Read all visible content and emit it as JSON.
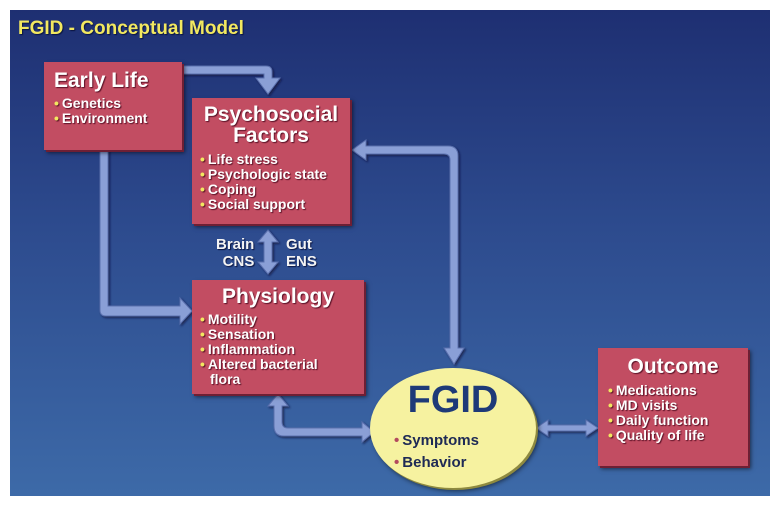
{
  "title": "FGID - Conceptual Model",
  "colors": {
    "background_top": "#1e2f72",
    "background_bottom": "#3d6aa8",
    "box_fill": "#c24d62",
    "title_yellow": "#f2e860",
    "ellipse_fill": "#f6f2a0",
    "arrow_fill": "#8a9fd6"
  },
  "nodes": {
    "early_life": {
      "heading": "Early Life",
      "items": [
        "Genetics",
        "Environment"
      ]
    },
    "psychosocial": {
      "heading_line1": "Psychosocial",
      "heading_line2": "Factors",
      "items": [
        "Life stress",
        "Psychologic state",
        "Coping",
        "Social support"
      ]
    },
    "physiology": {
      "heading": "Physiology",
      "items": [
        "Motility",
        "Sensation",
        "Inflammation",
        "Altered bacterial"
      ],
      "items_continuation": "flora"
    },
    "fgid": {
      "heading": "FGID",
      "items": [
        "Symptoms",
        "Behavior"
      ]
    },
    "outcome": {
      "heading": "Outcome",
      "items": [
        "Medications",
        "MD visits",
        "Daily function",
        "Quality of life"
      ]
    }
  },
  "axis_labels": {
    "left_top": "Brain",
    "left_bottom": "CNS",
    "right_top": "Gut",
    "right_bottom": "ENS"
  },
  "edges": [
    {
      "from": "early_life",
      "to": "psychosocial",
      "direction": "one-way"
    },
    {
      "from": "early_life",
      "to": "physiology",
      "direction": "one-way"
    },
    {
      "from": "psychosocial",
      "to": "physiology",
      "direction": "two-way"
    },
    {
      "from": "psychosocial",
      "to": "fgid",
      "direction": "two-way"
    },
    {
      "from": "physiology",
      "to": "fgid",
      "direction": "two-way"
    },
    {
      "from": "fgid",
      "to": "outcome",
      "direction": "two-way"
    }
  ]
}
